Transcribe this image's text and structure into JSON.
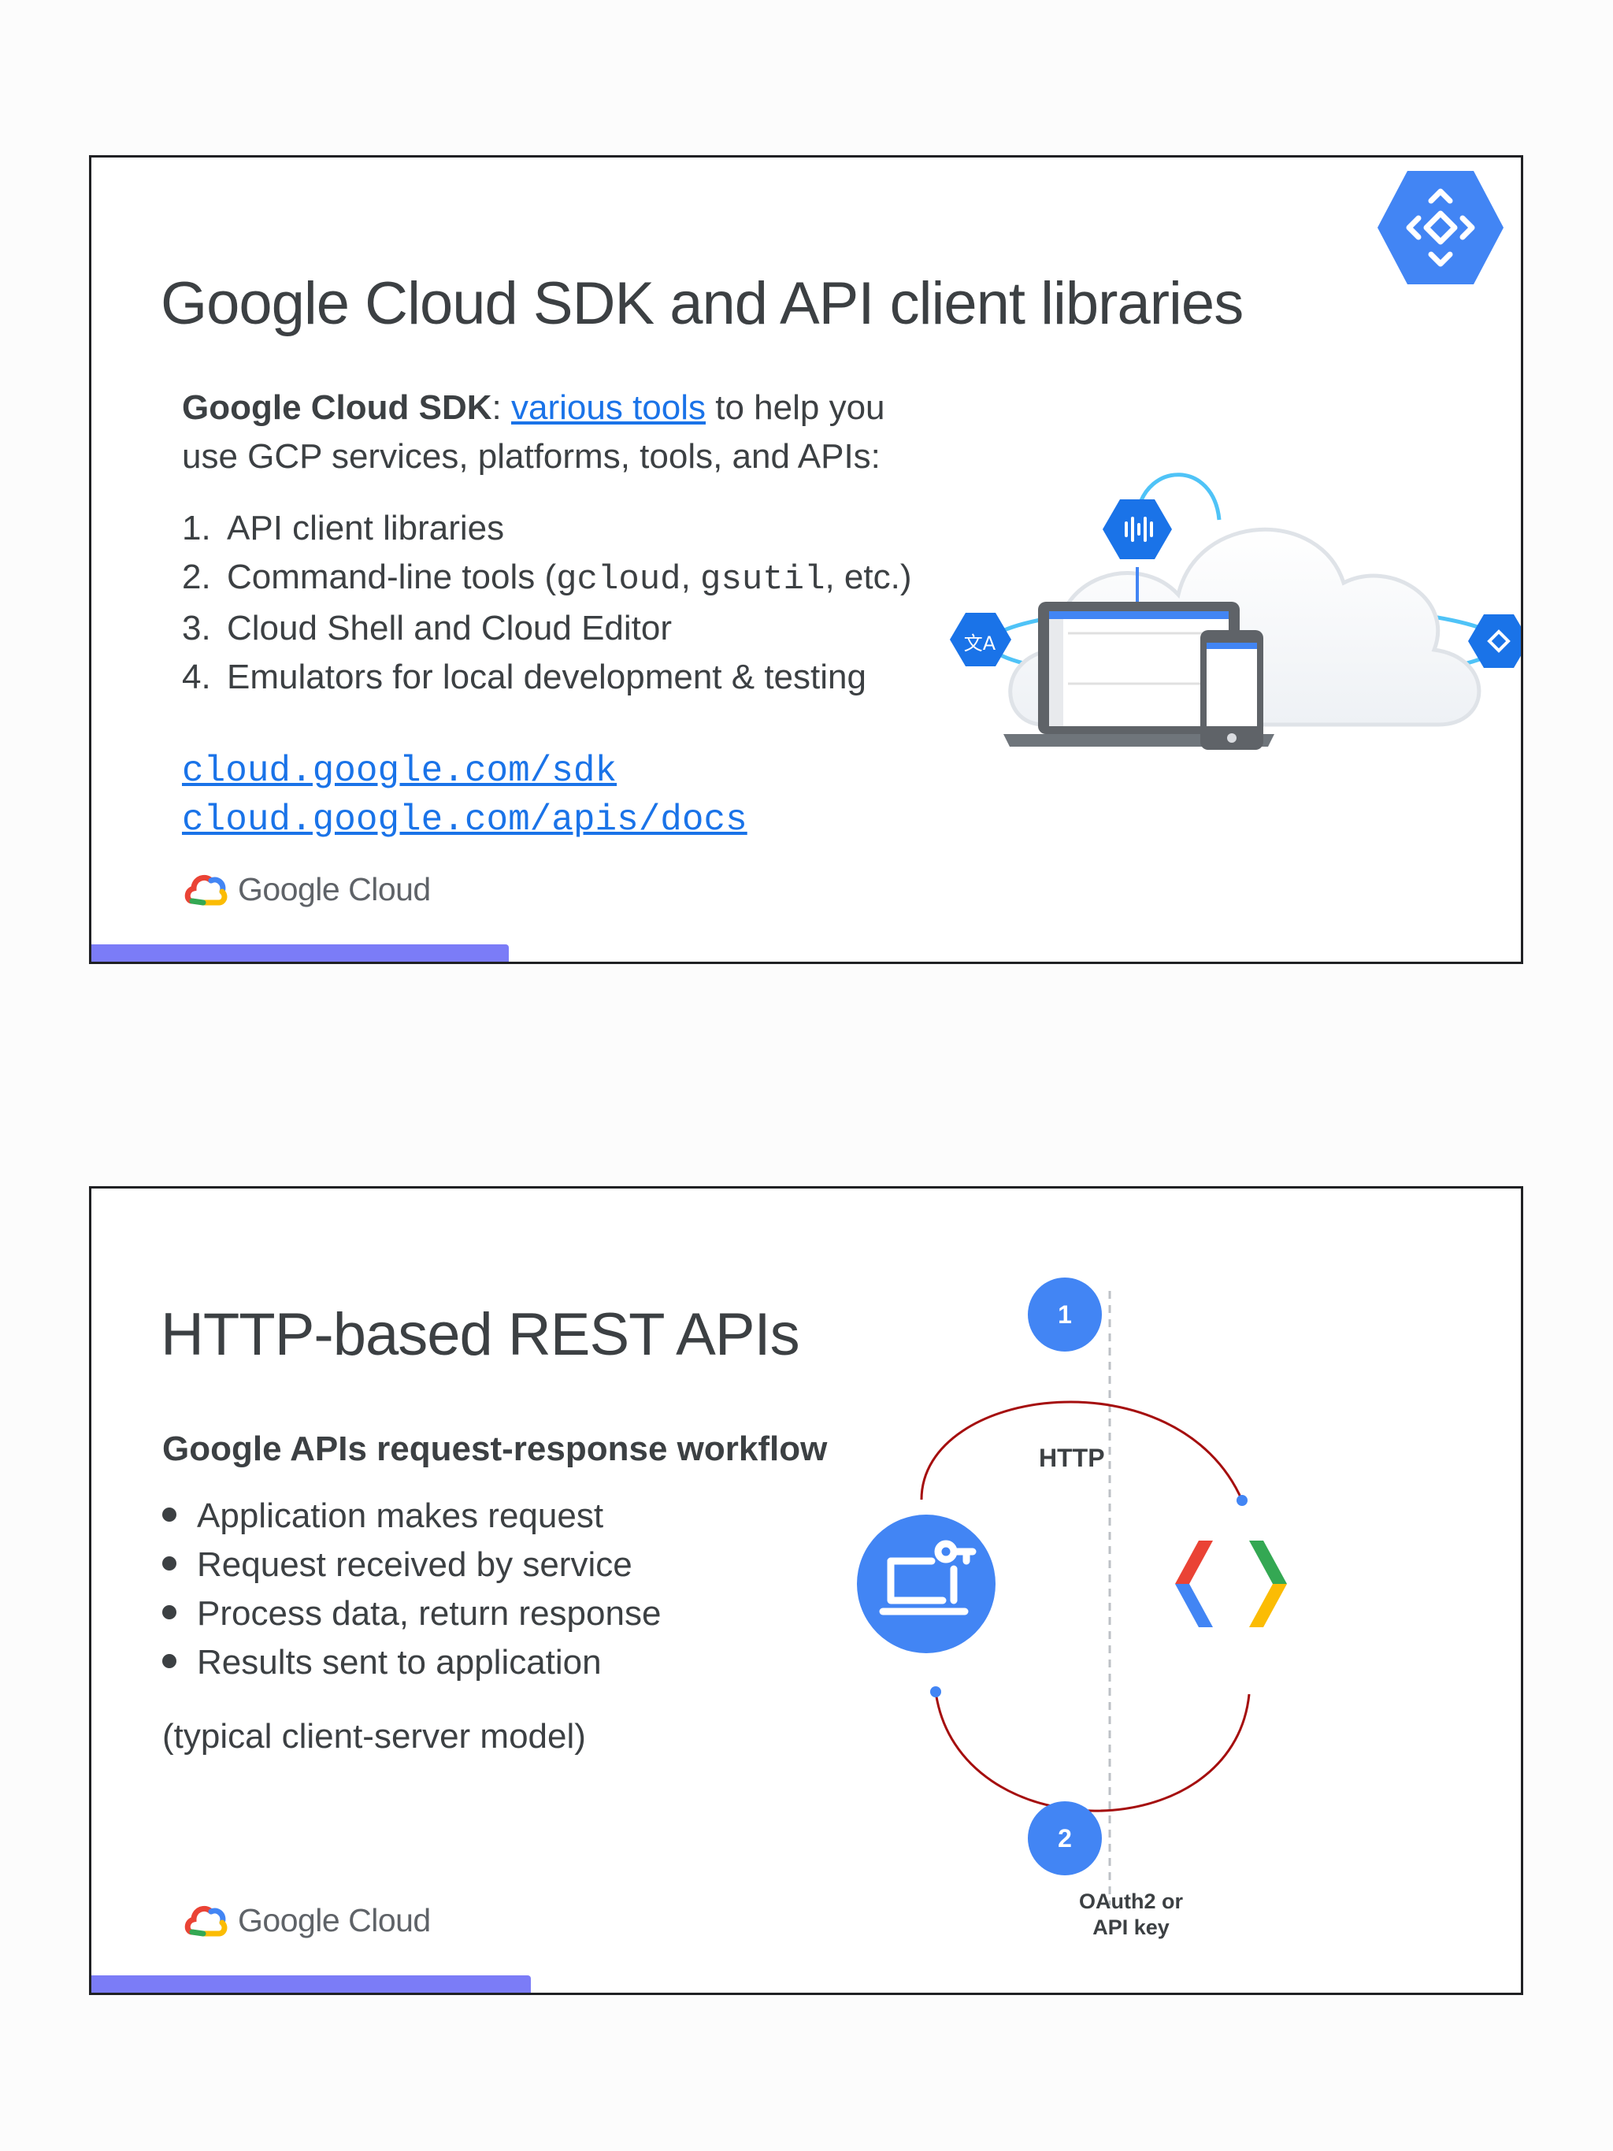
{
  "slide1": {
    "title": "Google Cloud SDK and API client libraries",
    "intro": {
      "bold_label": "Google Cloud SDK",
      "colon": ":",
      "link_text": "various tools",
      "text_after_link": " to help you",
      "line2": "use GCP services, platforms, tools, and APIs:"
    },
    "list": [
      {
        "num": "1.",
        "text": "API client libraries"
      },
      {
        "num": "2.",
        "pre": "Command-line tools (",
        "code1": "gcloud",
        "sep": ", ",
        "code2": "gsutil",
        "post": ", etc.)"
      },
      {
        "num": "3.",
        "text": "Cloud Shell and Cloud Editor"
      },
      {
        "num": "4.",
        "text": "Emulators for local development & testing"
      }
    ],
    "links": [
      "cloud.google.com/sdk",
      "cloud.google.com/apis/docs"
    ],
    "diagram": {
      "translate_label": "文A"
    },
    "logo_text": "Google Cloud"
  },
  "slide2": {
    "title": "HTTP-based REST APIs",
    "subtitle": "Google APIs request-response workflow",
    "bullets": [
      "Application makes request",
      "Request received by service",
      "Process data, return response",
      "Results sent to application"
    ],
    "note": "(typical client-server model)",
    "diagram": {
      "step1": "1",
      "step2": "2",
      "http_label": "HTTP",
      "auth_label_line1": "OAuth2 or",
      "auth_label_line2": "API key"
    },
    "logo_text": "Google Cloud"
  },
  "colors": {
    "google_blue": "#4285f4",
    "google_red": "#ea4335",
    "google_yellow": "#fbbc04",
    "google_green": "#34a853",
    "link_blue": "#1a73e8",
    "accent_bar": "#7b7cf7",
    "arc_red": "#a50e0e"
  }
}
